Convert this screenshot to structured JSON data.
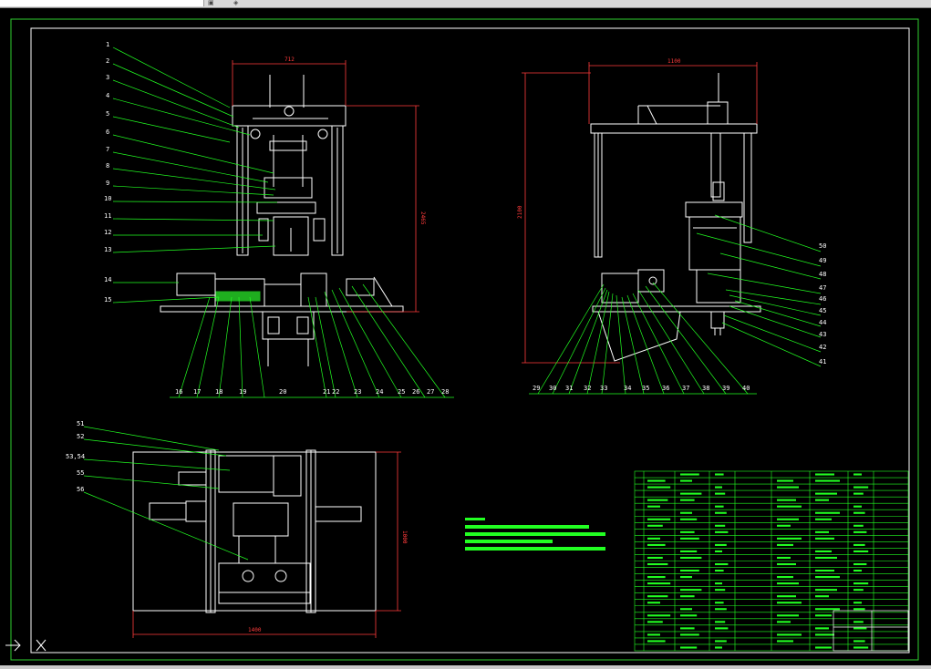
{
  "toolbar": {
    "field_text": "",
    "icons": [
      "folder-icon",
      "settings-icon"
    ]
  },
  "views": {
    "front": {
      "dims": {
        "width": "712",
        "height": "2465"
      },
      "left_labels": [
        "1",
        "2",
        "3",
        "4",
        "5",
        "6",
        "7",
        "8",
        "9",
        "10",
        "11",
        "12",
        "13",
        "14",
        "15"
      ],
      "bottom_labels": [
        "16",
        "17",
        "18",
        "19",
        "20",
        "21",
        "22",
        "23",
        "24",
        "25",
        "26",
        "27",
        "28"
      ]
    },
    "side": {
      "dims": {
        "width": "1100",
        "height": "2100"
      },
      "right_labels": [
        "50",
        "49",
        "48",
        "47",
        "46",
        "45",
        "44",
        "43",
        "42",
        "41"
      ],
      "bottom_labels": [
        "29",
        "30",
        "31",
        "32",
        "33",
        "34",
        "35",
        "36",
        "37",
        "38",
        "39",
        "40"
      ]
    },
    "top": {
      "dims": {
        "width": "1400",
        "height": "1000"
      },
      "left_labels": [
        "51",
        "52",
        "53,54",
        "55",
        "56"
      ]
    }
  },
  "colors": {
    "frame": "#ffffff",
    "leader": "#22ff22",
    "dimension": "#ff3b3b",
    "border": "#00ff00"
  }
}
